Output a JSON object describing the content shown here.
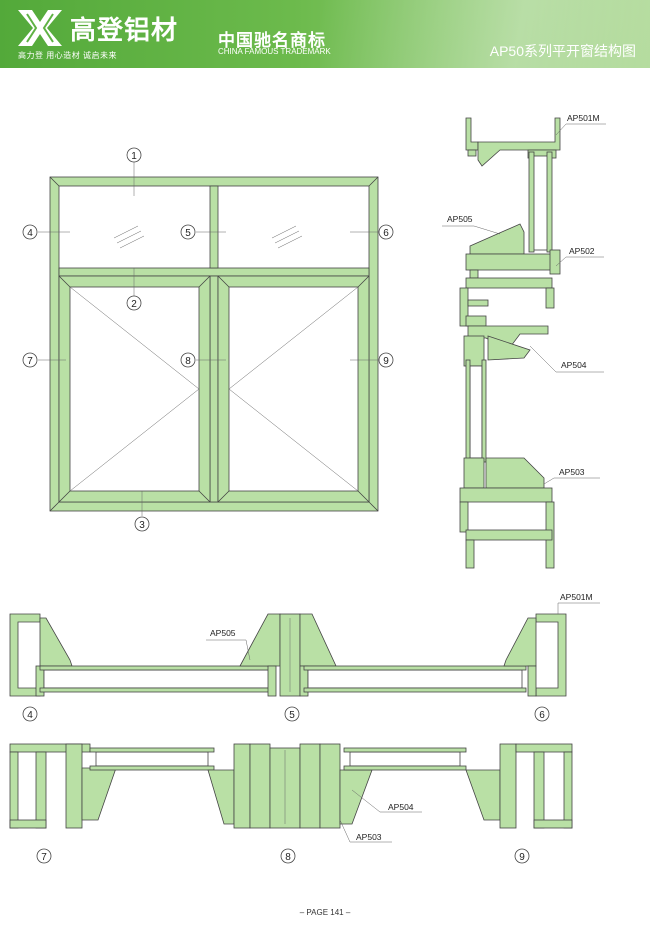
{
  "header": {
    "brand_name": "高登铝材",
    "tagline": "高力登   用心造材   诚启未来",
    "trademark_cn": "中国驰名商标",
    "trademark_en": "CHINA FAMOUS TRADEMARK",
    "page_title": "AP50系列平开窗结构图",
    "logo_icon": "xd-logo-icon"
  },
  "colors": {
    "profile_fill": "#b9e0a5",
    "line": "#444444",
    "header_green": "#5fb244"
  },
  "elevation": {
    "markers": [
      "1",
      "2",
      "3",
      "4",
      "5",
      "6",
      "7",
      "8",
      "9"
    ]
  },
  "vertical_section": {
    "labels": [
      "AP501M",
      "AP505",
      "AP502",
      "AP504",
      "AP503"
    ]
  },
  "horizontal_section_top": {
    "labels": [
      "AP501M",
      "AP505"
    ],
    "markers": [
      "4",
      "5",
      "6"
    ]
  },
  "horizontal_section_bottom": {
    "labels": [
      "AP504",
      "AP503"
    ],
    "markers": [
      "7",
      "8",
      "9"
    ]
  },
  "footer": {
    "page": "– PAGE 141 –"
  }
}
